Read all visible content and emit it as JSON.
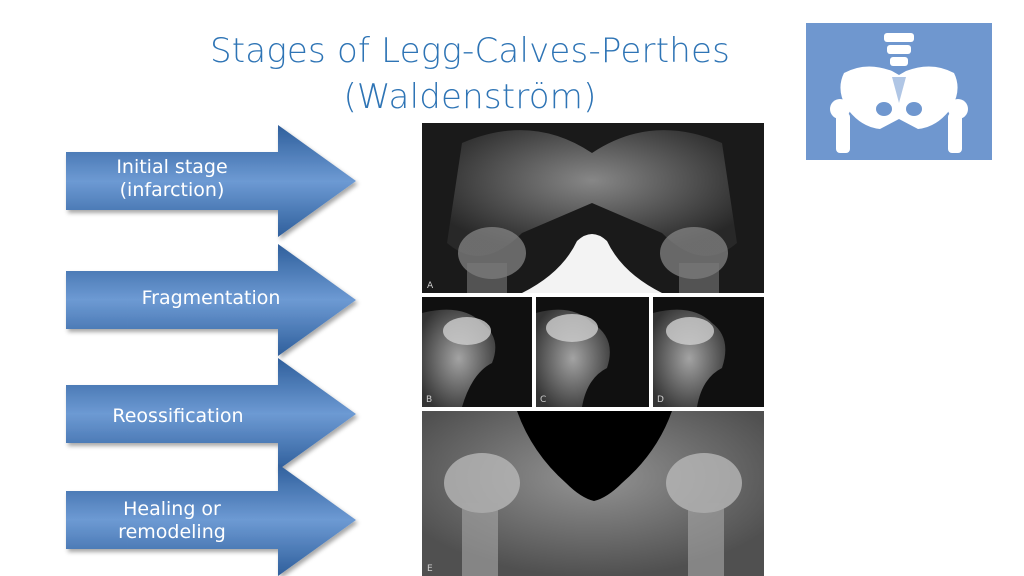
{
  "slide": {
    "title_line1": "Stages of Legg-Calves-Perthes",
    "title_line2": "(Waldenström)"
  },
  "logo": {
    "icon": "pelvis-icon",
    "background": "#6f97cf"
  },
  "stages": [
    {
      "label": "Initial stage\n(infarction)"
    },
    {
      "label": "Fragmentation"
    },
    {
      "label": "Reossification"
    },
    {
      "label": "Healing or\nremodeling"
    }
  ],
  "xray": {
    "panels": [
      "A",
      "B",
      "C",
      "D",
      "E"
    ]
  },
  "colors": {
    "title": "#2e74b5",
    "arrow_dark": "#2f5f9c",
    "arrow_light": "#6d9ad3"
  }
}
